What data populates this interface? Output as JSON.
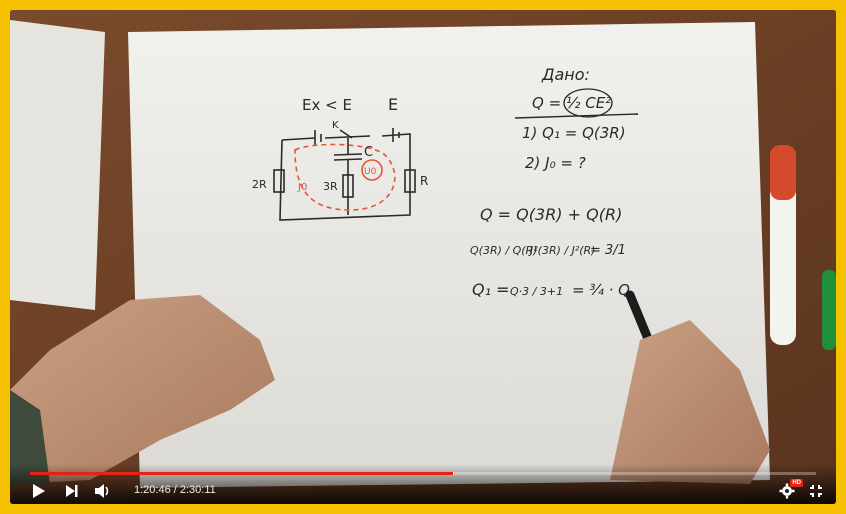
{
  "player": {
    "time_current": "1:20:46",
    "time_total": "2:30:11",
    "time_display": "1:20:46 / 2:30:11",
    "progress_played": 0.538,
    "progress_loaded": 0.54,
    "accent_color": "#e62117",
    "border_color": "#f6c100",
    "quality_badge": "HD",
    "icons": [
      "play-icon",
      "next-icon",
      "volume-icon",
      "settings-icon",
      "exit-fullscreen-icon"
    ]
  },
  "board": {
    "given_title": "Дано:",
    "given_formula": "Q = ½ CE²",
    "item1": "1)  Q₁ = Q(3R)",
    "item2": "2)  J₀ = ?",
    "eq1": "Q = Q(3R) + Q(R)",
    "ratio_left": "Q(3R) / Q(R)",
    "ratio_mid": "J²(3R) / J²(R)",
    "ratio_right": "= 3/1",
    "eq3_left": "Q₁ =",
    "eq3_frac": "Q·3 / 3+1",
    "eq3_right": "= ¾ · Q",
    "circuit_emf_left": "Ex < E",
    "circuit_emf_right": "E",
    "label_k": "K",
    "label_c": "C",
    "label_2r": "2R",
    "label_3r": "3R",
    "label_r": "R",
    "label_j0": "J0",
    "label_u0": "U0"
  }
}
